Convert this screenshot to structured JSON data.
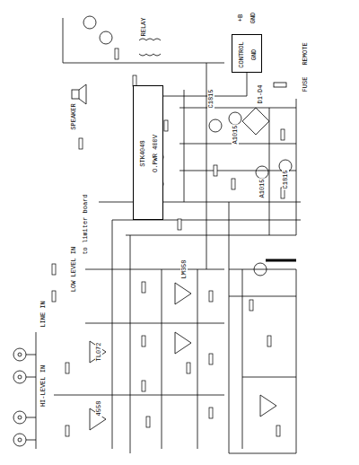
{
  "diagram": {
    "nodes": [
      {
        "text": [
          "STK4048",
          "O.PWR 400V"
        ]
      },
      {
        "text": [
          "CONTROL",
          "GND"
        ]
      }
    ],
    "edges": [
      {
        "from": 0,
        "to": 1,
        "arrow": "none"
      }
    ],
    "labels": [
      "HI-LEVEL IN",
      "LOW LEVEL IN",
      "LINE IN",
      "to limiter board",
      "TL072",
      "4558",
      "LM358",
      "C1815",
      "A1015",
      "C1815",
      "A1015",
      "FUSE",
      "+B",
      "GND",
      "REMOTE",
      "RELAY",
      "SPEAKER",
      "D1-D4"
    ]
  }
}
